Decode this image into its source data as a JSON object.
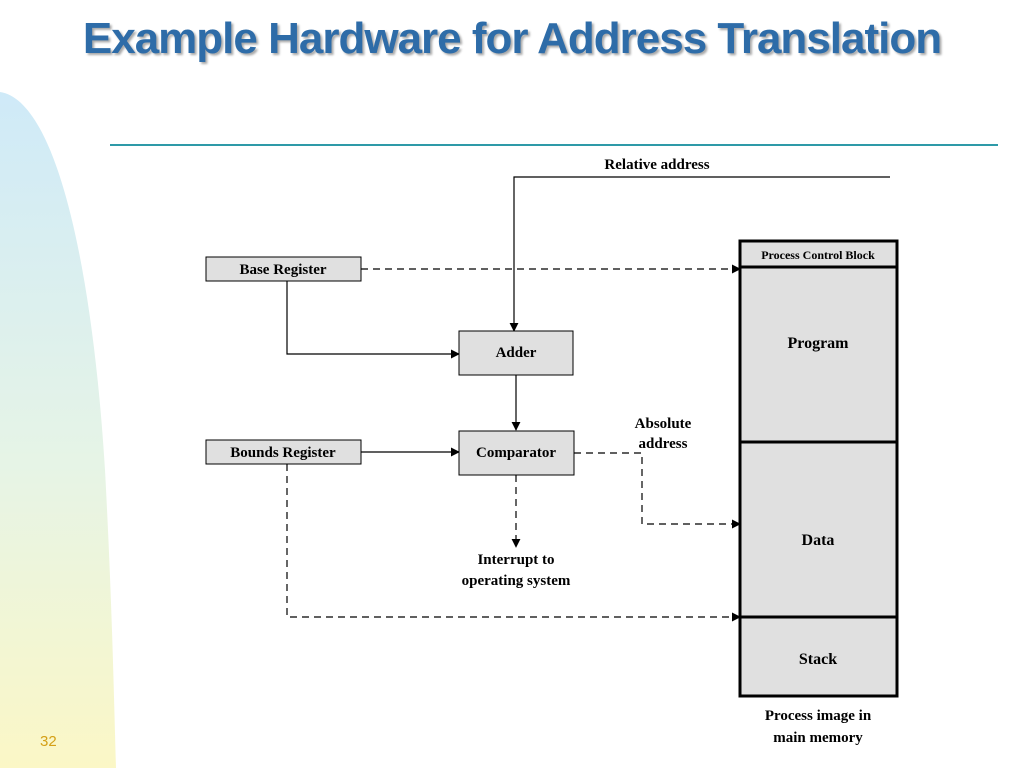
{
  "slide": {
    "title": "Example Hardware for Address Translation",
    "page_number": "32"
  },
  "diagram": {
    "relative_address": "Relative address",
    "base_register": "Base Register",
    "bounds_register": "Bounds Register",
    "adder": "Adder",
    "comparator": "Comparator",
    "absolute_address": [
      "Absolute",
      "address"
    ],
    "interrupt": [
      "Interrupt to",
      "operating system"
    ],
    "memory": {
      "pcb": "Process Control Block",
      "program": "Program",
      "data": "Data",
      "stack": "Stack"
    },
    "memory_caption": [
      "Process image in",
      "main memory"
    ]
  },
  "colors": {
    "title": "#2e6ca8",
    "rule": "#2e9aa8",
    "page_number": "#d4a017",
    "box_fill": "#e0e0e0",
    "deco_top": "#cfeaf8",
    "deco_bottom": "#fbf7c6"
  }
}
